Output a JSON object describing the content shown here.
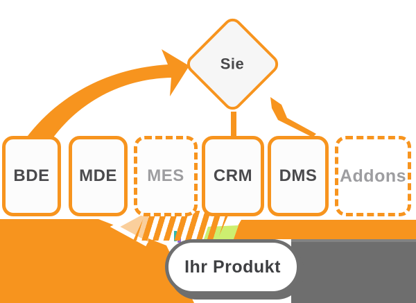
{
  "diagram": {
    "you_node": {
      "label": "Sie"
    },
    "product_node": {
      "label": "Ihr Produkt"
    },
    "modules": [
      {
        "label": "BDE",
        "border": "solid",
        "muted": false
      },
      {
        "label": "MDE",
        "border": "solid",
        "muted": false
      },
      {
        "label": "MES",
        "border": "dashed",
        "muted": true
      },
      {
        "label": "CRM",
        "border": "solid",
        "muted": false
      },
      {
        "label": "DMS",
        "border": "solid",
        "muted": false
      },
      {
        "label": "Addons",
        "border": "dashed",
        "muted": true
      }
    ],
    "colors": {
      "accent_orange": "#F7941E",
      "pale_orange": "#FACF9C",
      "dark_text": "#4A4A4D",
      "muted_text": "#9D9DA0",
      "gray_panel": "#6E6E6E",
      "pill_border_gray": "#6F6F6F",
      "lime_accent": "#CDEF70",
      "teal_accent": "#2FB9A8",
      "purple_accent": "#9468D8"
    }
  }
}
